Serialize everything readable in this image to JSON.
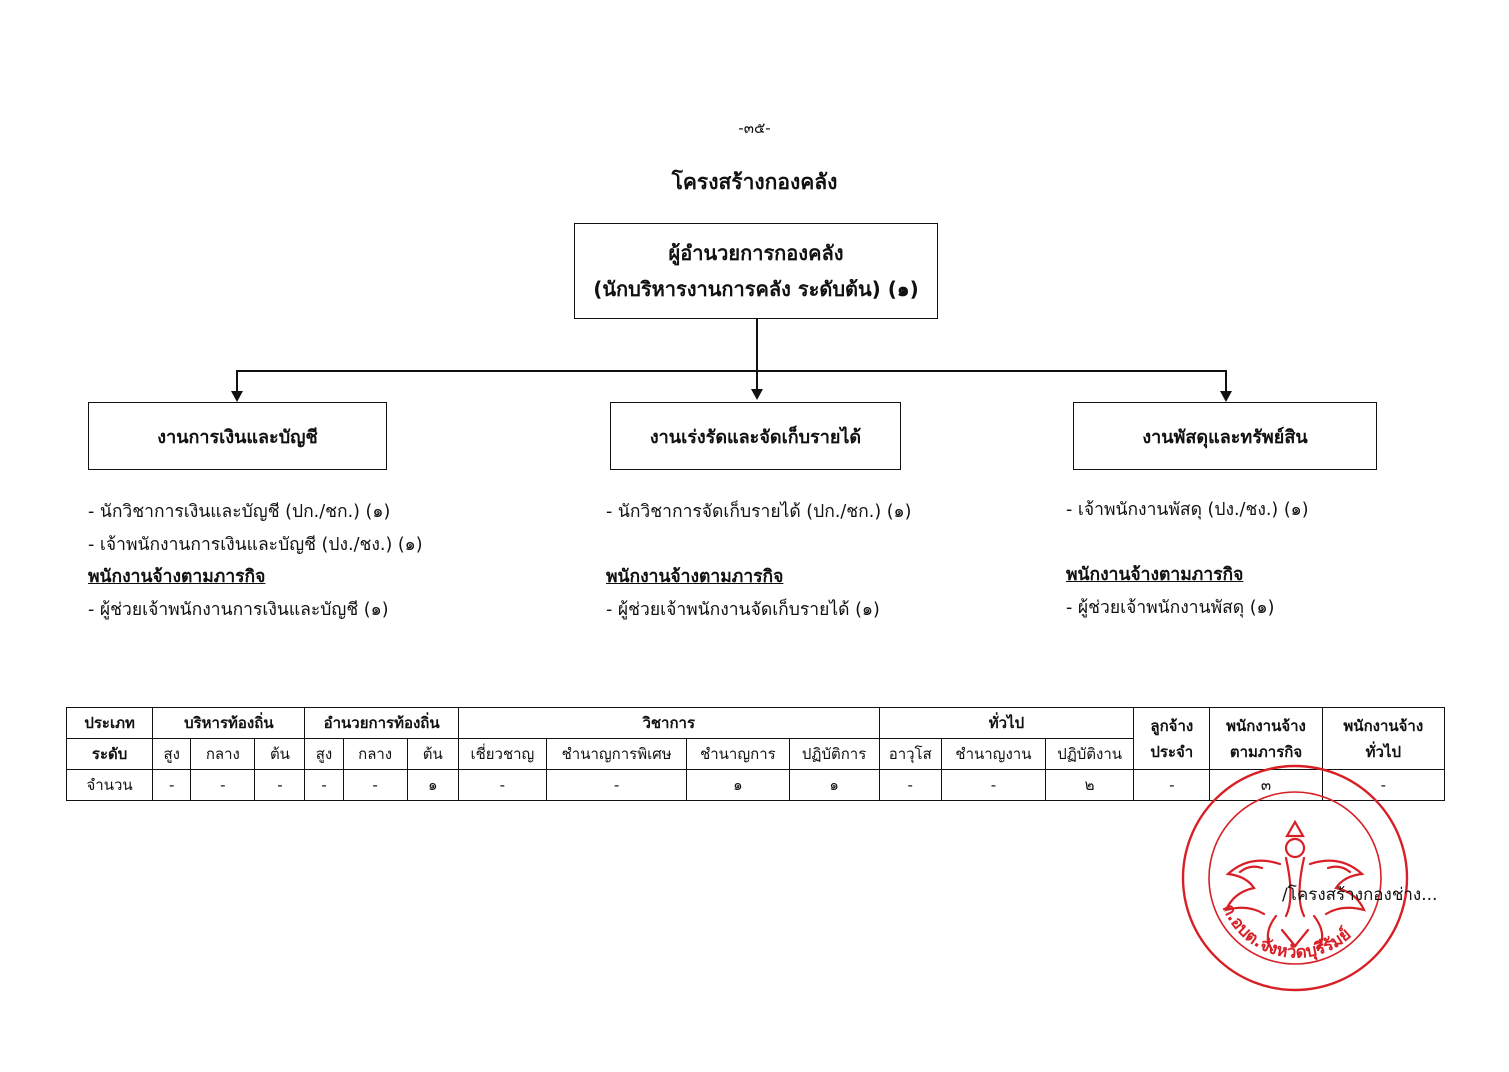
{
  "page_number": "-๓๕-",
  "title": "โครงสร้างกองคลัง",
  "head_box": {
    "line1": "ผู้อำนวยการกองคลัง",
    "line2": "(นักบริหารงานการคลัง ระดับต้น) (๑)"
  },
  "divisions": [
    {
      "name": "งานการเงินและบัญชี",
      "positions": [
        "- นักวิชาการเงินและบัญชี (ปก./ชก.) (๑)",
        "- เจ้าพนักงานการเงินและบัญชี (ปง./ชง.) (๑)"
      ],
      "mission_heading": "พนักงานจ้างตามภารกิจ",
      "mission_staff": "- ผู้ช่วยเจ้าพนักงานการเงินและบัญชี (๑)"
    },
    {
      "name": "งานเร่งรัดและจัดเก็บรายได้",
      "positions": [
        "- นักวิชาการจัดเก็บรายได้ (ปก./ชก.) (๑)"
      ],
      "mission_heading": "พนักงานจ้างตามภารกิจ",
      "mission_staff": "- ผู้ช่วยเจ้าพนักงานจัดเก็บรายได้ (๑)"
    },
    {
      "name": "งานพัสดุและทรัพย์สิน",
      "positions": [
        "- เจ้าพนักงานพัสดุ (ปง./ชง.) (๑)"
      ],
      "mission_heading": "พนักงานจ้างตามภารกิจ",
      "mission_staff": "- ผู้ช่วยเจ้าพนักงานพัสดุ  (๑)"
    }
  ],
  "table": {
    "row_type_label": "ประเภท",
    "row_level_label": "ระดับ",
    "row_count_label": "จำนวน",
    "groups": [
      "บริหารท้องถิ่น",
      "อำนวยการท้องถิ่น",
      "วิชาการ",
      "ทั่วไป"
    ],
    "levels": [
      "สูง",
      "กลาง",
      "ต้น",
      "สูง",
      "กลาง",
      "ต้น",
      "เชี่ยวชาญ",
      "ชำนาญการพิเศษ",
      "ชำนาญการ",
      "ปฏิบัติการ",
      "อาวุโส",
      "ชำนาญงาน",
      "ปฏิบัติงาน"
    ],
    "extra_col1": [
      "ลูกจ้าง",
      "ประจำ"
    ],
    "extra_col2": [
      "พนักงานจ้าง",
      "ตามภารกิจ"
    ],
    "extra_col3": [
      "พนักงานจ้าง",
      "ทั่วไป"
    ],
    "counts": [
      "-",
      "-",
      "-",
      "-",
      "-",
      "๑",
      "-",
      "-",
      "๑",
      "๑",
      "-",
      "-",
      "๒",
      "-",
      "๓",
      "-"
    ]
  },
  "seal_text": "ก.อบต.จังหวัดบุรีรัมย์",
  "continuation": "/โครงสร้างกองช่าง..."
}
